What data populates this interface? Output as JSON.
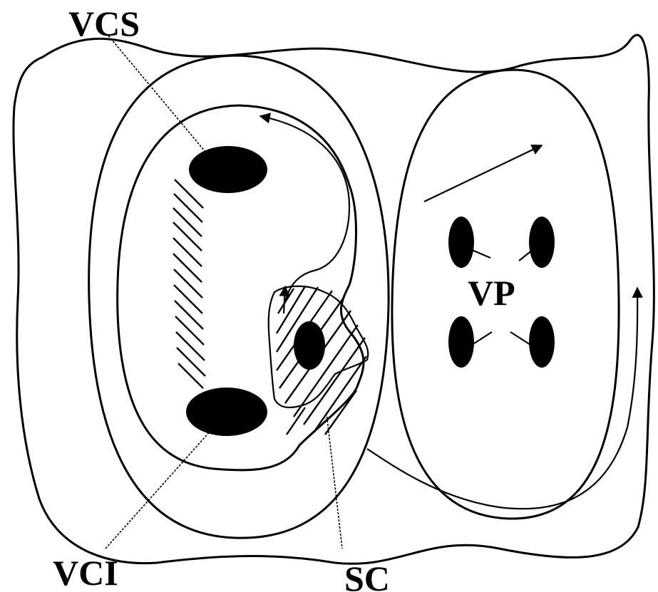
{
  "labels": {
    "vcs": "VCS",
    "vci": "VCI",
    "sc": "SC",
    "vp": "VP"
  },
  "colors": {
    "ink": "#000000",
    "background": "#ffffff"
  }
}
